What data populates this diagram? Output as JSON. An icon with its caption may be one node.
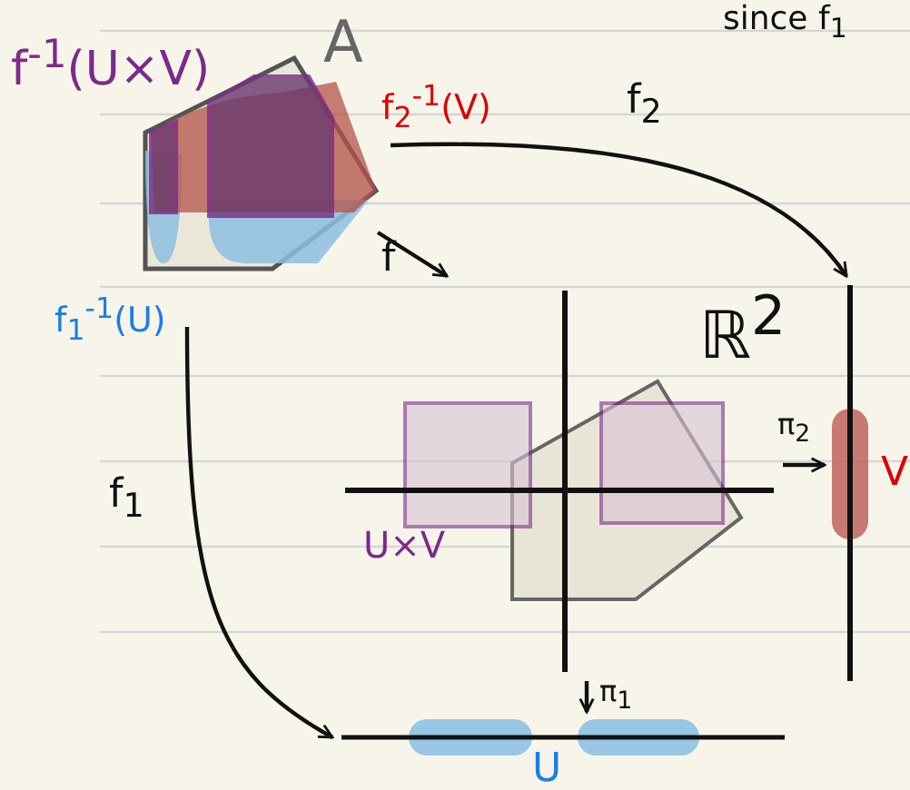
{
  "diagram": {
    "nodes": [
      {
        "text": [
          "A"
        ]
      },
      {
        "text": [
          "ℝ$^{2}$"
        ]
      },
      {
        "text": [
          "V"
        ]
      },
      {
        "text": [
          "U"
        ]
      }
    ],
    "edges": [
      {
        "from": 0,
        "to": 2,
        "arrow": "to",
        "label": "f$_{2}$"
      },
      {
        "from": 0,
        "to": 1,
        "arrow": "to",
        "label": "f"
      },
      {
        "from": 0,
        "to": 3,
        "arrow": "to",
        "label": "f$_{1}$"
      },
      {
        "from": 1,
        "to": 2,
        "arrow": "to",
        "label": "π$_{2}$"
      },
      {
        "from": 1,
        "to": 3,
        "arrow": "to",
        "label": "π$_{1}$"
      }
    ],
    "labels": [
      "since f$_{1}$",
      "f$^{-1}$(U×V)",
      "f$_{2}$$^{-1}$(V)",
      "f$_{1}$$^{-1}$(U)",
      "U×V"
    ]
  }
}
